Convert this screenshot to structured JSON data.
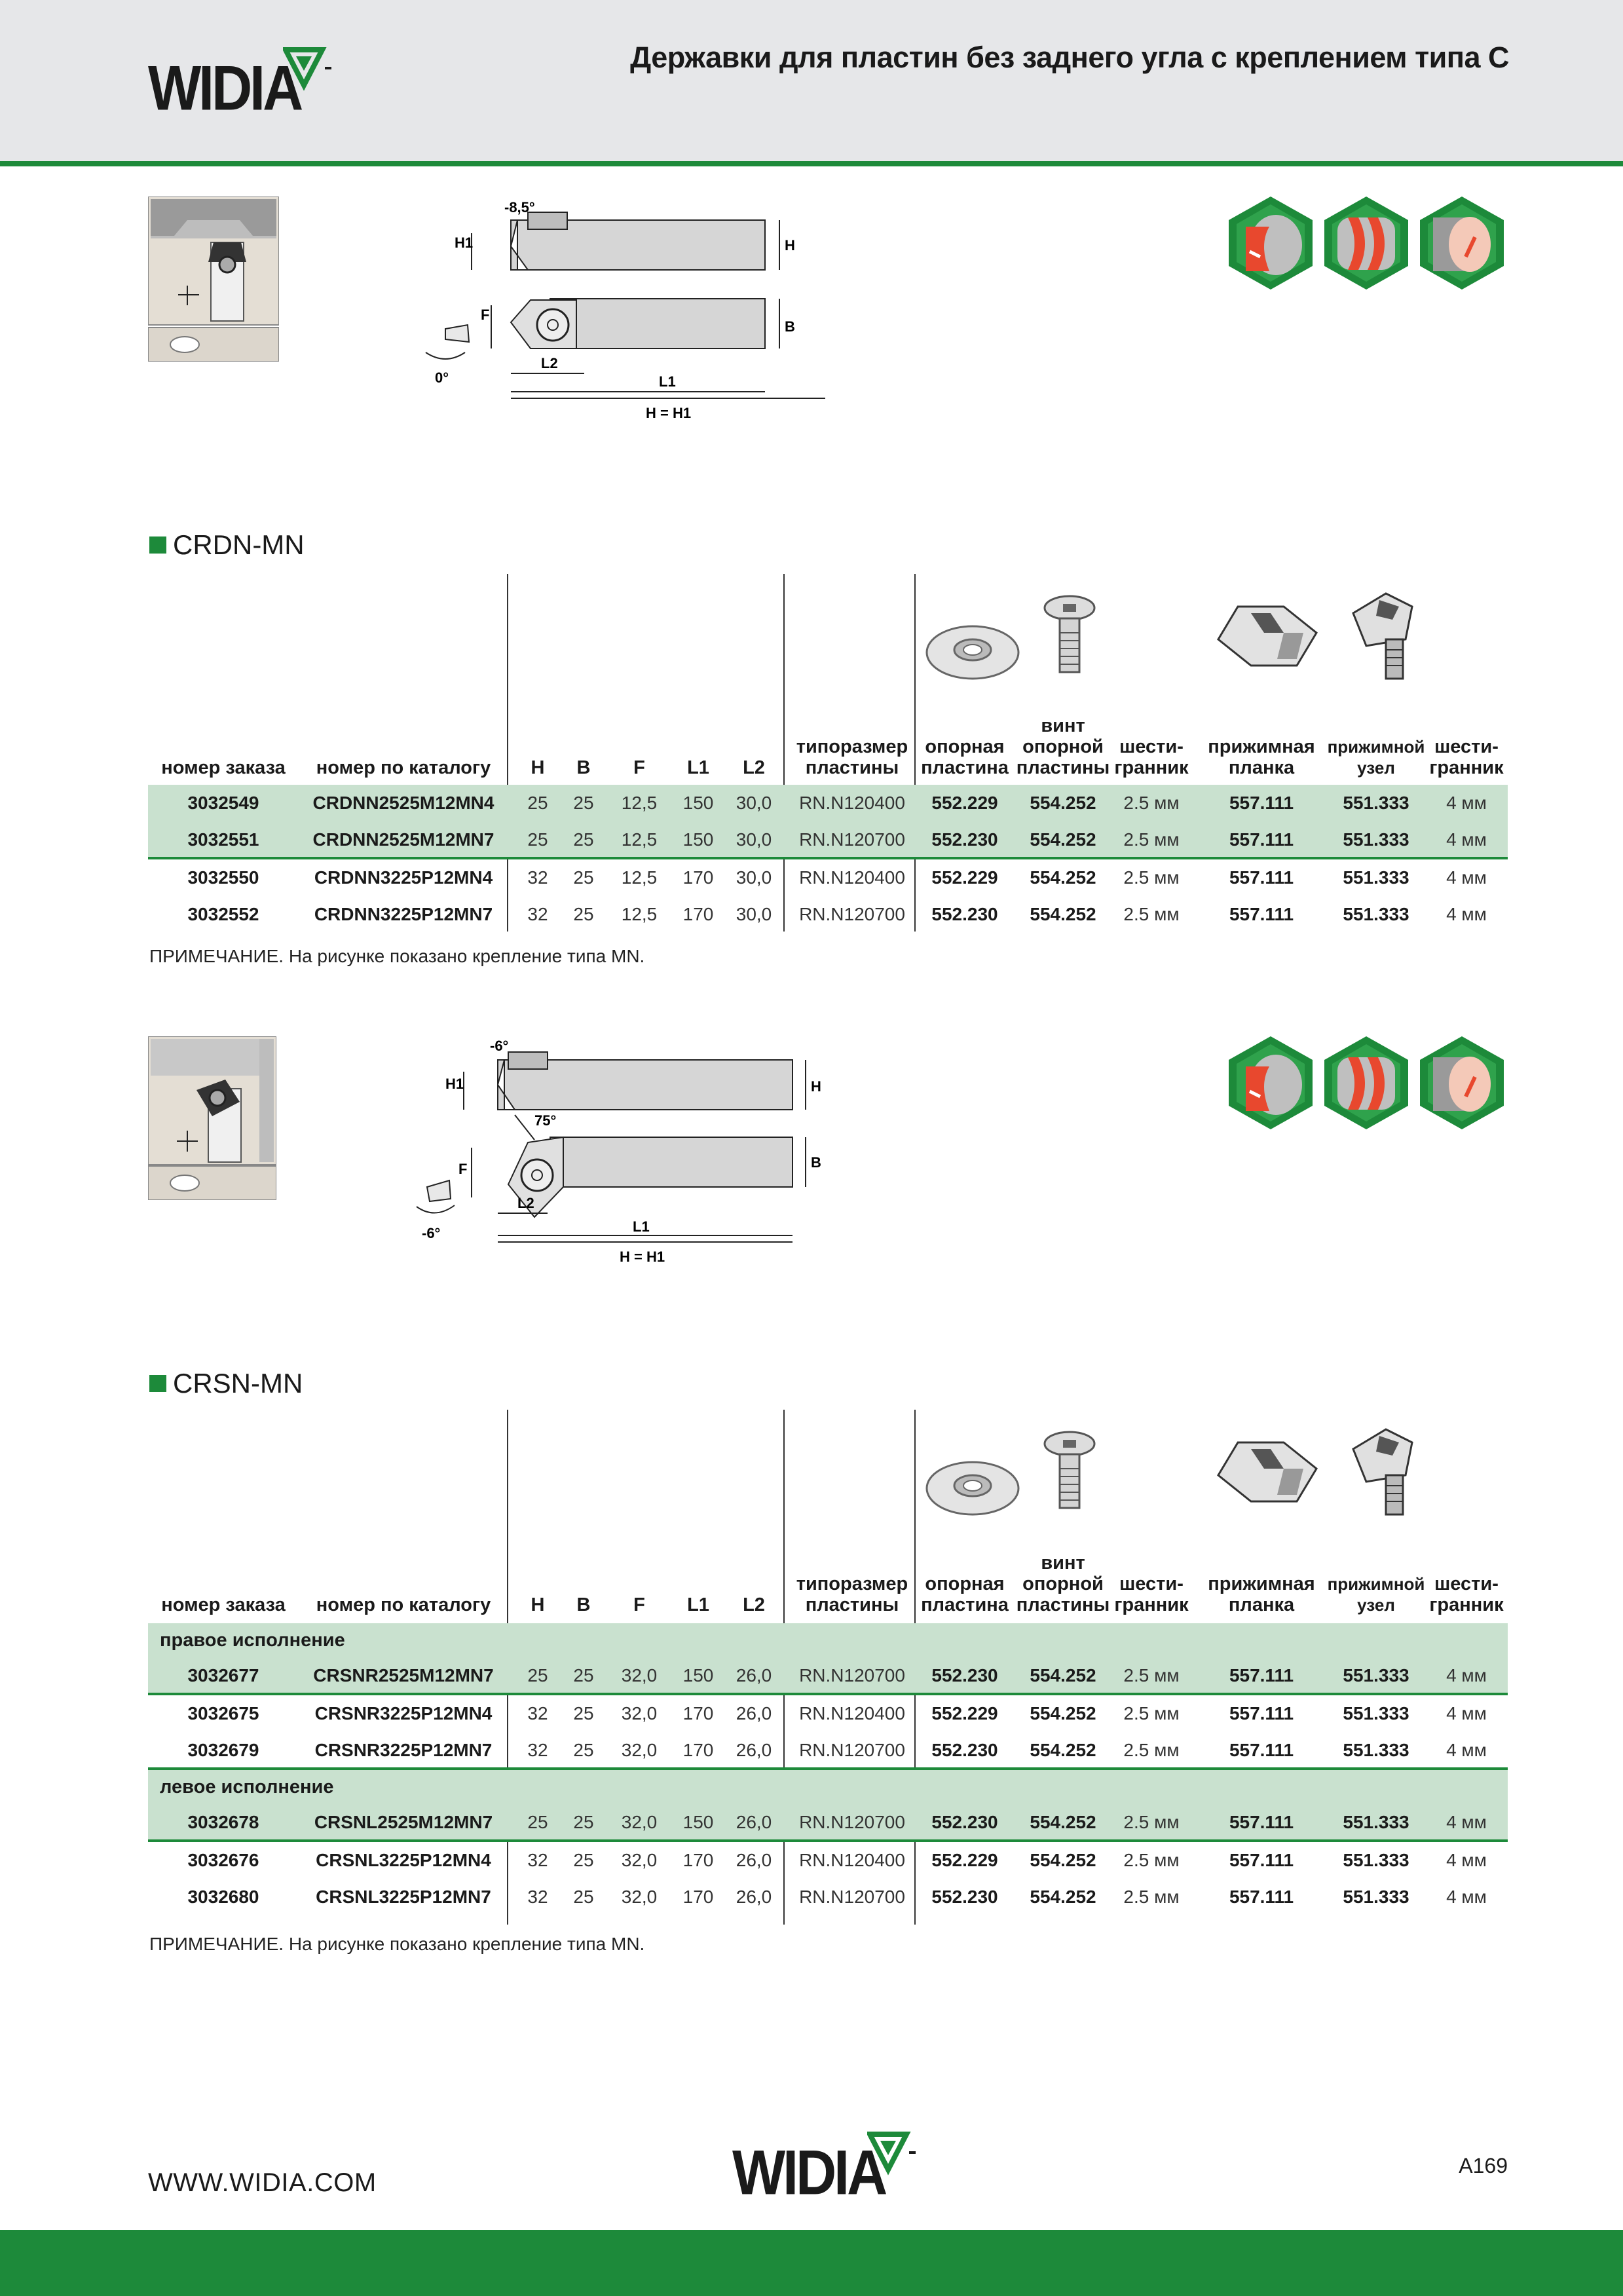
{
  "header": {
    "brand": "WIDIA",
    "title": "Державки для пластин без заднего угла с креплением типа C"
  },
  "diagram1": {
    "angle_top": "-8,5°",
    "angle_side": "0°",
    "labels": [
      "H1",
      "H",
      "F",
      "B",
      "L2",
      "L1",
      "H = H1"
    ]
  },
  "diagram2": {
    "angle_top": "-6°",
    "angle_lead": "75°",
    "angle_side": "-6°",
    "labels": [
      "H1",
      "H",
      "F",
      "B",
      "L2",
      "L1",
      "H = H1"
    ]
  },
  "columns": {
    "order_no": "номер заказа",
    "catalog_no": "номер по каталогу",
    "H": "H",
    "B": "B",
    "F": "F",
    "L1": "L1",
    "L2": "L2",
    "insert_size_1": "типоразмер",
    "insert_size_2": "пластины",
    "shim_1": "опорная",
    "shim_2": "пластина",
    "shim_screw_0": "винт",
    "shim_screw_1": "опорной",
    "shim_screw_2": "пластины",
    "hex_1": "шести-",
    "hex_2": "гранник",
    "clamp_1": "прижимная",
    "clamp_2": "планка",
    "clamp_unit_1": "прижимной",
    "clamp_unit_2": "узел",
    "hex2_1": "шести-",
    "hex2_2": "гранник"
  },
  "section1": {
    "title": "CRDN-MN",
    "rows": [
      {
        "order": "3032549",
        "catalog": "CRDNN2525M12MN4",
        "H": "25",
        "B": "25",
        "F": "12,5",
        "L1": "150",
        "L2": "30,0",
        "insert": "RN.N120400",
        "shim": "552.229",
        "screw": "554.252",
        "hex": "2.5 мм",
        "clamp": "557.111",
        "unit": "551.333",
        "hex2": "4 мм"
      },
      {
        "order": "3032551",
        "catalog": "CRDNN2525M12MN7",
        "H": "25",
        "B": "25",
        "F": "12,5",
        "L1": "150",
        "L2": "30,0",
        "insert": "RN.N120700",
        "shim": "552.230",
        "screw": "554.252",
        "hex": "2.5 мм",
        "clamp": "557.111",
        "unit": "551.333",
        "hex2": "4 мм"
      },
      {
        "order": "3032550",
        "catalog": "CRDNN3225P12MN4",
        "H": "32",
        "B": "25",
        "F": "12,5",
        "L1": "170",
        "L2": "30,0",
        "insert": "RN.N120400",
        "shim": "552.229",
        "screw": "554.252",
        "hex": "2.5 мм",
        "clamp": "557.111",
        "unit": "551.333",
        "hex2": "4 мм"
      },
      {
        "order": "3032552",
        "catalog": "CRDNN3225P12MN7",
        "H": "32",
        "B": "25",
        "F": "12,5",
        "L1": "170",
        "L2": "30,0",
        "insert": "RN.N120700",
        "shim": "552.230",
        "screw": "554.252",
        "hex": "2.5 мм",
        "clamp": "557.111",
        "unit": "551.333",
        "hex2": "4 мм"
      }
    ],
    "note": "ПРИМЕЧАНИЕ. На рисунке показано крепление типа MN."
  },
  "section2": {
    "title": "CRSN-MN",
    "group_right": "правое исполнение",
    "group_left": "левое исполнение",
    "rows_right": [
      {
        "order": "3032677",
        "catalog": "CRSNR2525M12MN7",
        "H": "25",
        "B": "25",
        "F": "32,0",
        "L1": "150",
        "L2": "26,0",
        "insert": "RN.N120700",
        "shim": "552.230",
        "screw": "554.252",
        "hex": "2.5 мм",
        "clamp": "557.111",
        "unit": "551.333",
        "hex2": "4 мм"
      },
      {
        "order": "3032675",
        "catalog": "CRSNR3225P12MN4",
        "H": "32",
        "B": "25",
        "F": "32,0",
        "L1": "170",
        "L2": "26,0",
        "insert": "RN.N120400",
        "shim": "552.229",
        "screw": "554.252",
        "hex": "2.5 мм",
        "clamp": "557.111",
        "unit": "551.333",
        "hex2": "4 мм"
      },
      {
        "order": "3032679",
        "catalog": "CRSNR3225P12MN7",
        "H": "32",
        "B": "25",
        "F": "32,0",
        "L1": "170",
        "L2": "26,0",
        "insert": "RN.N120700",
        "shim": "552.230",
        "screw": "554.252",
        "hex": "2.5 мм",
        "clamp": "557.111",
        "unit": "551.333",
        "hex2": "4 мм"
      }
    ],
    "rows_left": [
      {
        "order": "3032678",
        "catalog": "CRSNL2525M12MN7",
        "H": "25",
        "B": "25",
        "F": "32,0",
        "L1": "150",
        "L2": "26,0",
        "insert": "RN.N120700",
        "shim": "552.230",
        "screw": "554.252",
        "hex": "2.5 мм",
        "clamp": "557.111",
        "unit": "551.333",
        "hex2": "4 мм"
      },
      {
        "order": "3032676",
        "catalog": "CRSNL3225P12MN4",
        "H": "32",
        "B": "25",
        "F": "32,0",
        "L1": "170",
        "L2": "26,0",
        "insert": "RN.N120400",
        "shim": "552.229",
        "screw": "554.252",
        "hex": "2.5 мм",
        "clamp": "557.111",
        "unit": "551.333",
        "hex2": "4 мм"
      },
      {
        "order": "3032680",
        "catalog": "CRSNL3225P12MN7",
        "H": "32",
        "B": "25",
        "F": "32,0",
        "L1": "170",
        "L2": "26,0",
        "insert": "RN.N120700",
        "shim": "552.230",
        "screw": "554.252",
        "hex": "2.5 мм",
        "clamp": "557.111",
        "unit": "551.333",
        "hex2": "4 мм"
      }
    ],
    "note": "ПРИМЕЧАНИЕ. На рисунке показано крепление типа MN."
  },
  "footer": {
    "url": "WWW.WIDIA.COM",
    "brand": "WIDIA",
    "page": "A169"
  },
  "colors": {
    "brand_green": "#1d8a3a",
    "row_shade": "#c9e1cf",
    "header_bg": "#e6e7e9",
    "operation_red": "#e8482e"
  }
}
